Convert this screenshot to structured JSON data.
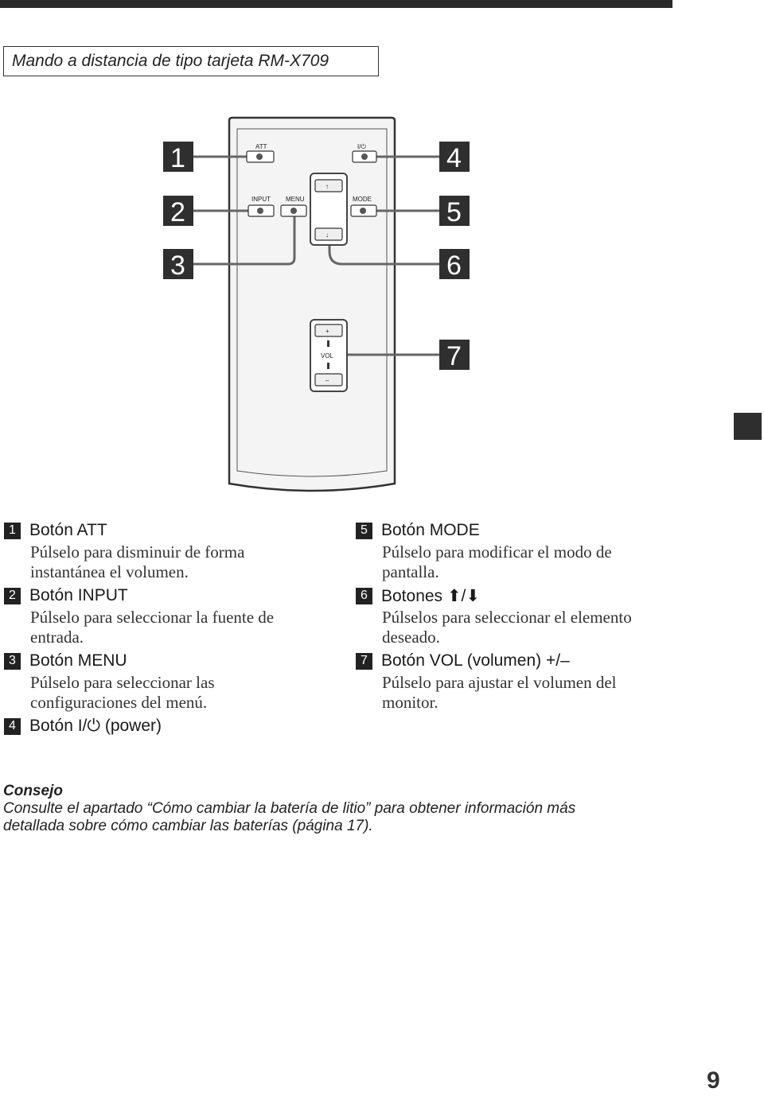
{
  "title": "Mando a distancia de tipo tarjeta RM-X709",
  "remote": {
    "buttons": {
      "att": "ATT",
      "power": "I/⏻",
      "input": "INPUT",
      "menu": "MENU",
      "mode": "MODE",
      "up": "↑",
      "down": "↓",
      "plus": "+",
      "vol": "VOL",
      "minus": "–"
    },
    "callouts": [
      "1",
      "2",
      "3",
      "4",
      "5",
      "6",
      "7"
    ]
  },
  "entries": [
    {
      "num": "1",
      "head": "Botón ATT",
      "desc": [
        "Púlselo para disminuir de forma",
        "instantánea el volumen."
      ]
    },
    {
      "num": "2",
      "head": "Botón INPUT",
      "desc": [
        "Púlselo para seleccionar la fuente de",
        "entrada."
      ]
    },
    {
      "num": "3",
      "head": "Botón MENU",
      "desc": [
        "Púlselo para seleccionar las",
        "configuraciones del menú."
      ]
    },
    {
      "num": "4",
      "head": "Botón I/⏻ (power)",
      "desc": []
    },
    {
      "num": "5",
      "head": "Botón MODE",
      "desc": [
        "Púlselo para modificar el modo de",
        "pantalla."
      ]
    },
    {
      "num": "6",
      "head": "Botones ⬆/⬇",
      "desc": [
        "Púlselos para seleccionar el elemento",
        "deseado."
      ]
    },
    {
      "num": "7",
      "head": "Botón VOL (volumen) +/–",
      "desc": [
        "Púlselo para ajustar el volumen del",
        "monitor."
      ]
    }
  ],
  "tip": {
    "title": "Consejo",
    "lines": [
      "Consulte el apartado “Cómo cambiar la batería de litio” para obtener información más",
      "detallada sobre cómo cambiar las baterías (página 17)."
    ]
  },
  "page_number": "9"
}
